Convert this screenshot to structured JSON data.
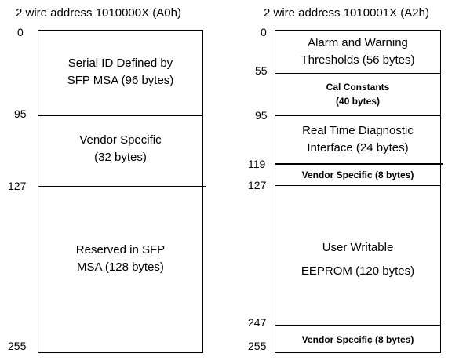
{
  "a0": {
    "title": "2 wire address 1010000X (A0h)",
    "addresses": [
      "0",
      "95",
      "127",
      "255"
    ],
    "regions": [
      {
        "label": "Serial ID Defined by\nSFP MSA (96 bytes)"
      },
      {
        "label": "Vendor Specific\n(32 bytes)"
      },
      {
        "label": "Reserved in SFP\nMSA (128 bytes)"
      }
    ]
  },
  "a2": {
    "title": "2 wire address 1010001X (A2h)",
    "addresses": [
      "0",
      "55",
      "95",
      "119",
      "127",
      "247",
      "255"
    ],
    "regions": [
      {
        "label": "Alarm and Warning\nThresholds (56 bytes)"
      },
      {
        "label": "Cal Constants\n(40 bytes)"
      },
      {
        "label": "Real Time Diagnostic\nInterface (24 bytes)"
      },
      {
        "label": "Vendor Specific (8 bytes)"
      },
      {
        "label": "User Writable\nEEPROM (120 bytes)"
      },
      {
        "label": "Vendor Specific (8 bytes)"
      }
    ]
  }
}
